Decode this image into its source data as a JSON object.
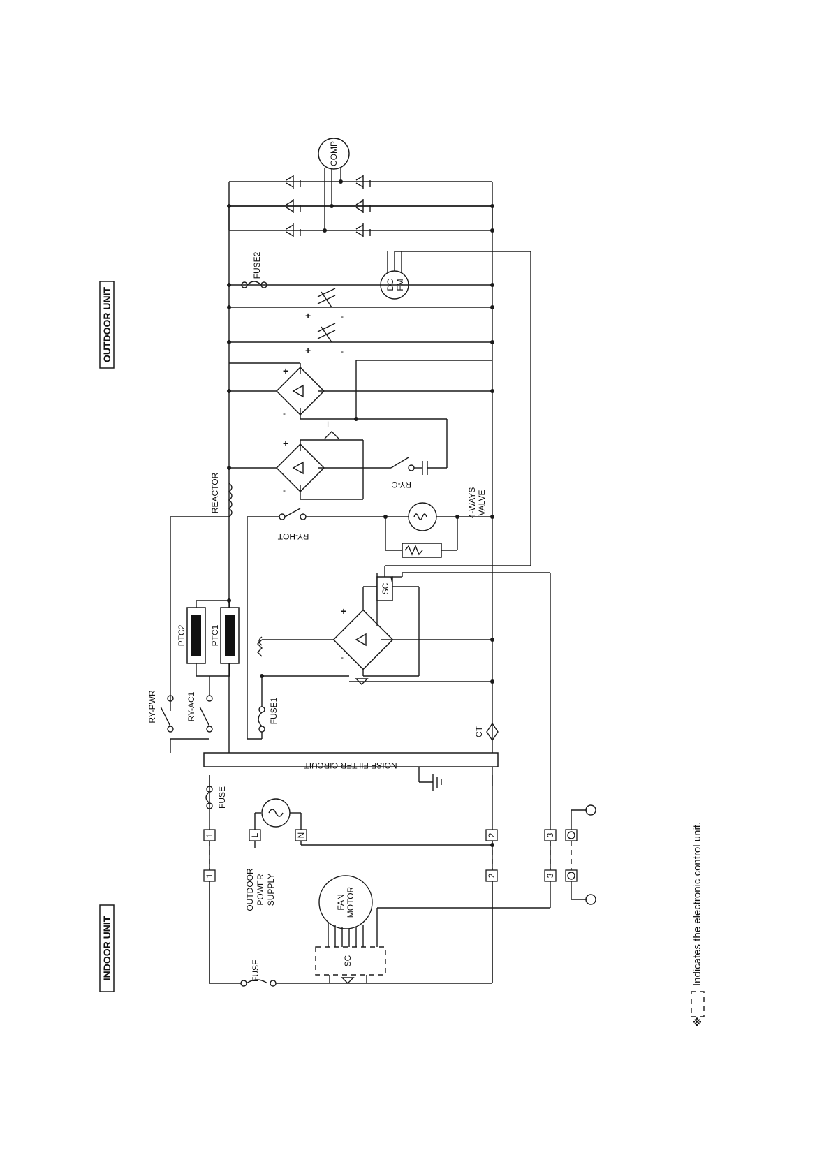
{
  "units": {
    "indoor": "INDOOR UNIT",
    "outdoor": "OUTDOOR UNIT"
  },
  "labels": {
    "comp": "COMP",
    "fuse2": "FUSE2",
    "dc": "DC",
    "fm": "FM",
    "reactor": "REACTOR",
    "ry_hot": "RY-HOT",
    "ry_c": "RY-C",
    "l": "L",
    "four_ways_1": "4-WAYS",
    "four_ways_2": "VALVE",
    "sc": "SC",
    "ptc2": "PTC2",
    "ptc1": "PTC1",
    "ry_pwr": "RY-PWR",
    "ry_ac1": "RY-AC1",
    "fuse1": "FUSE1",
    "ct": "CT",
    "noise_filter": "NOISE FILTER CIRCUIT",
    "fuse": "FUSE",
    "ops_1": "OUTDOOR",
    "ops_2": "POWER",
    "ops_3": "SUPPLY",
    "fan_1": "FAN",
    "fan_2": "MOTOR",
    "plus": "+",
    "minus": "-"
  },
  "terminals": {
    "t1": "1",
    "t2": "2",
    "t3": "3",
    "tl": "L",
    "tn": "N"
  },
  "note": {
    "mark": "※",
    "text": "Indicates the electronic control unit."
  }
}
